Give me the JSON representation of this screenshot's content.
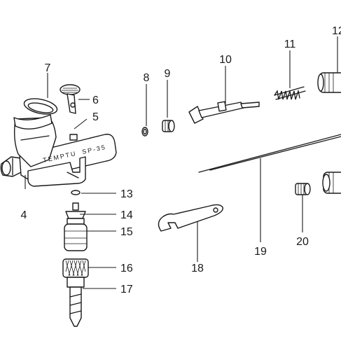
{
  "brand": {
    "name": "TEMPTU",
    "model": "SP-35"
  },
  "callouts": {
    "c4": "4",
    "c5": "5",
    "c6": "6",
    "c7": "7",
    "c8": "8",
    "c9": "9",
    "c10": "10",
    "c11": "11",
    "c12": "12",
    "c13": "13",
    "c14": "14",
    "c15": "15",
    "c16": "16",
    "c17": "17",
    "c18": "18",
    "c19": "19",
    "c20": "20"
  },
  "colors": {
    "ink": "#1a1a1a",
    "paper": "#ffffff"
  }
}
